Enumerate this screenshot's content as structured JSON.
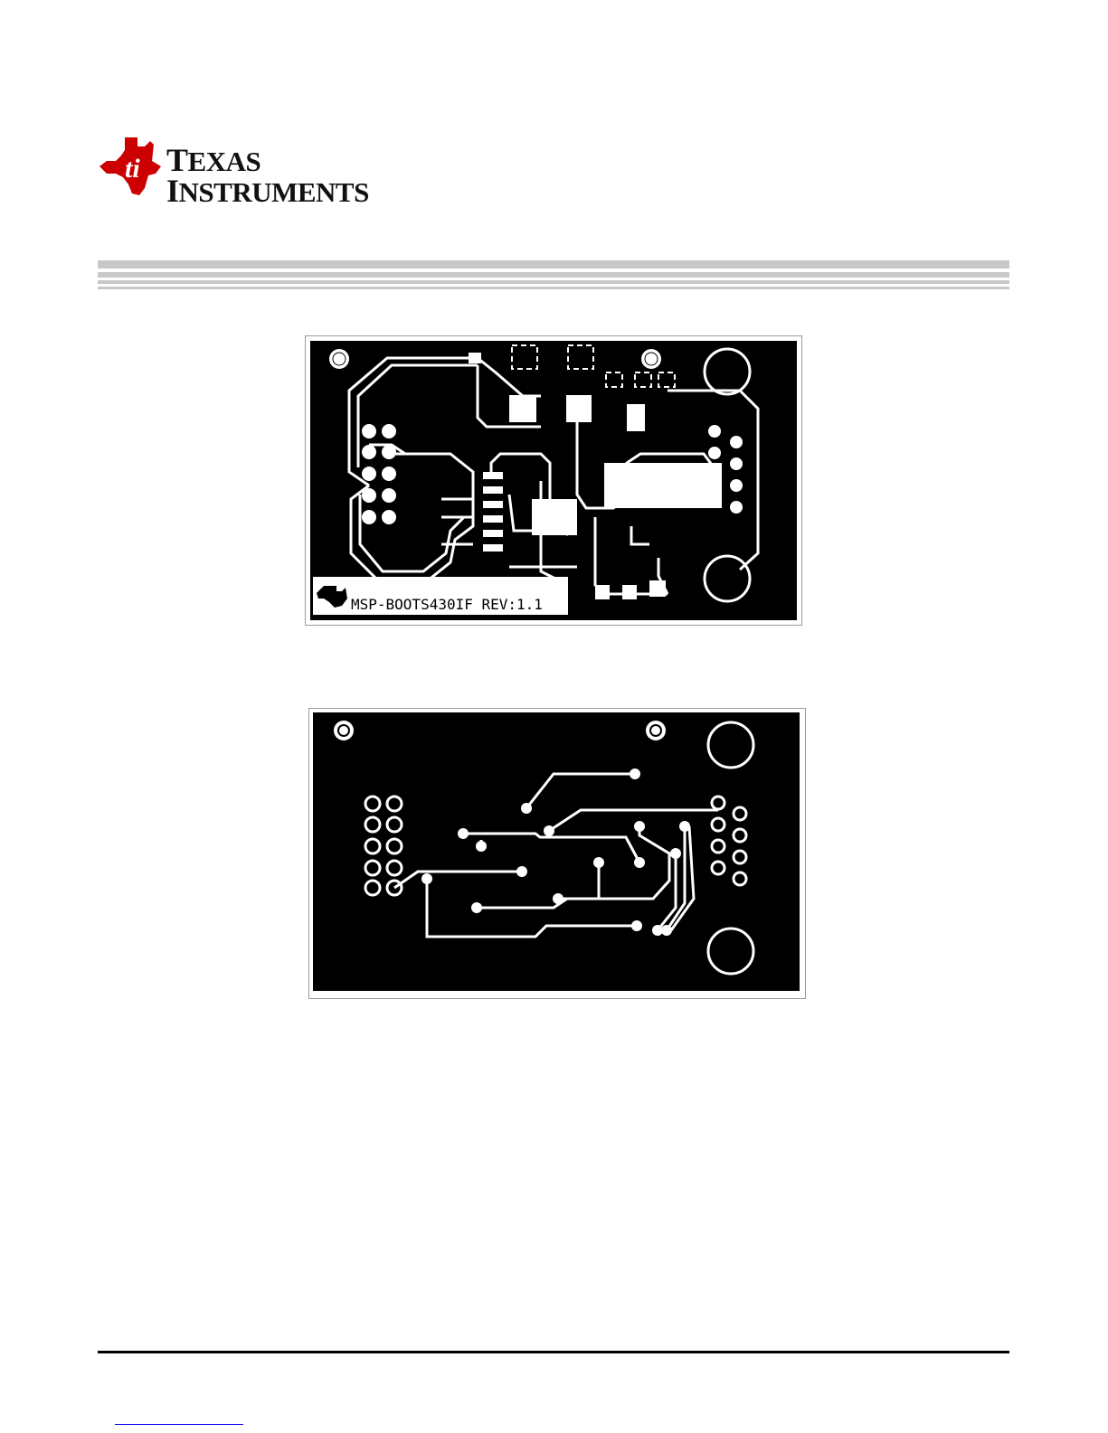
{
  "header": {
    "logo": {
      "icon": "ti-state-logo-icon",
      "brand_color": "#cc0000",
      "line1": {
        "cap": "T",
        "rest": "EXAS"
      },
      "line2": {
        "cap": "I",
        "rest": "NSTRUMENTS"
      }
    },
    "rule_color": "#c8c8c8"
  },
  "pcb_top": {
    "silkscreen_label": "MSP-BOOTS430IF   REV:1.1"
  },
  "pcb_bottom": {},
  "footer": {
    "rule_color": "#000000",
    "link_color": "#0000ee"
  }
}
